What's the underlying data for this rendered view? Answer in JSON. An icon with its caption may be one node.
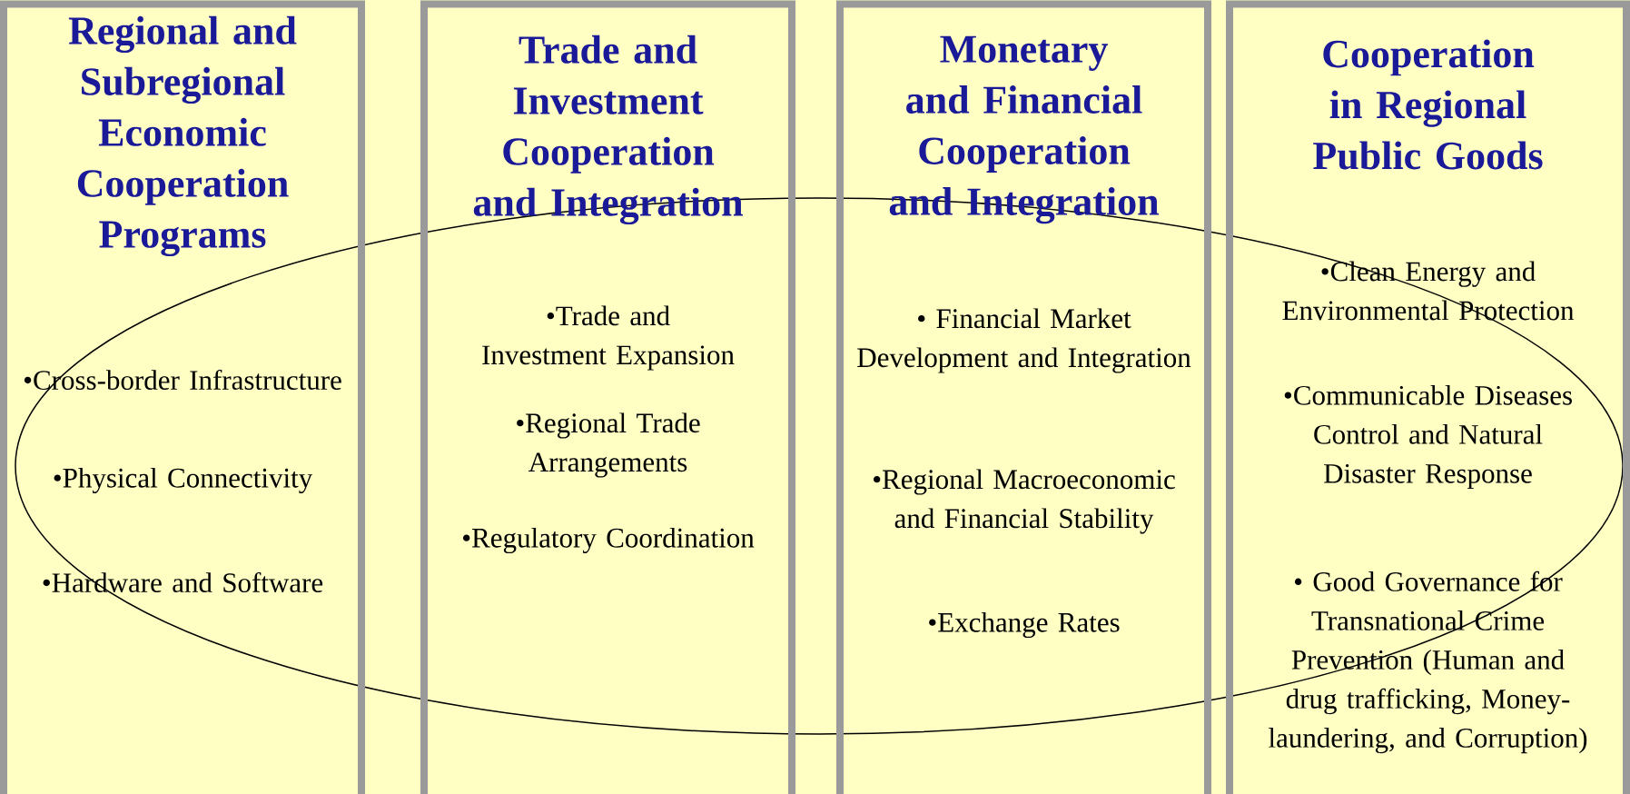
{
  "diagram": {
    "nodes": [
      {
        "text": [
          "Regional and Subregional Economic Cooperation Programs",
          "•Cross-border Infrastructure",
          "•Physical Connectivity",
          "•Hardware and Software"
        ]
      },
      {
        "text": [
          "Trade and Investment Cooperation and Integration",
          "•Trade and Investment Expansion",
          "•Regional Trade Arrangements",
          "•Regulatory Coordination"
        ]
      },
      {
        "text": [
          "Monetary and Financial Cooperation and Integration",
          "• Financial Market Development and Integration",
          "•Regional Macroeconomic and Financial Stability",
          "•Exchange Rates"
        ]
      },
      {
        "text": [
          "Cooperation in Regional Public Goods",
          "•Clean Energy and Environmental Protection",
          "•Communicable Diseases Control and Natural Disaster Response",
          "• Good Governance for Transnational Crime Prevention (Human and drug trafficking, Money-laundering, and Corruption)"
        ]
      },
      {
        "text": [],
        "shape": "ellipse"
      }
    ]
  }
}
